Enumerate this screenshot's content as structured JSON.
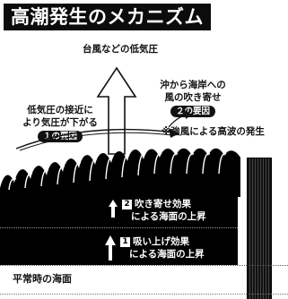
{
  "title": "高潮発生のメカニズム",
  "labels": {
    "typhoon": "台風などの低気圧",
    "factor1_text_line1": "低気圧の接近に",
    "factor1_text_line2": "より気圧が下がる",
    "factor1_badge": "１の要因",
    "factor2_text_line1": "沖から海岸への",
    "factor2_text_line2": "風の吹き寄せ",
    "factor2_badge": "２の要因",
    "storm_surge": "※強風による高波の発生",
    "effect2_num": "2",
    "effect2_line1": "吹き寄せ効果",
    "effect2_line2": "による海面の上昇",
    "effect1_num": "1",
    "effect1_line1": "吸い上げ効果",
    "effect1_line2": "による海面の上昇",
    "normal_sea_level": "平常時の海面"
  },
  "colors": {
    "ink": "#111111",
    "band": "#000000",
    "paper": "#ffffff"
  }
}
